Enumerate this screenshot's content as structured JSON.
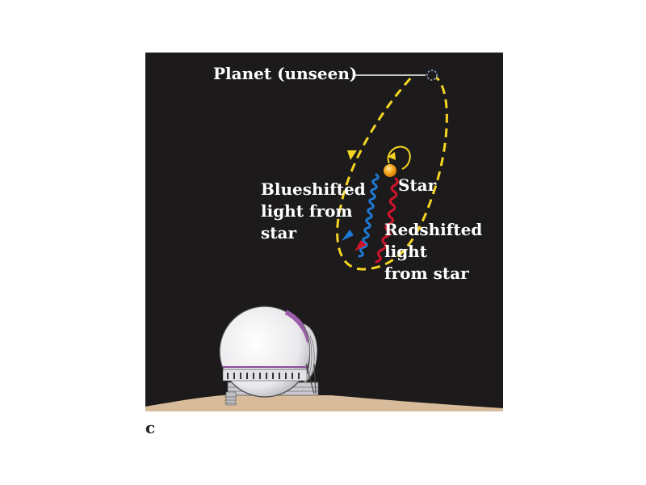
{
  "labels": {
    "planet": "Planet (unseen)",
    "star": "Star",
    "blueshift": [
      "Blueshifted",
      "light from",
      "star"
    ],
    "redshift": [
      "Redshifted",
      "light",
      "from star"
    ]
  },
  "panel_letter": "c",
  "colors": {
    "sky": "#1c1a1b",
    "orbit": "#f5d522",
    "star": "#f29a12",
    "blueshift": "#1e79d2",
    "redshift": "#d2142b",
    "ground": "#d8bb9a",
    "dome_accent": "#9a5fa8"
  }
}
